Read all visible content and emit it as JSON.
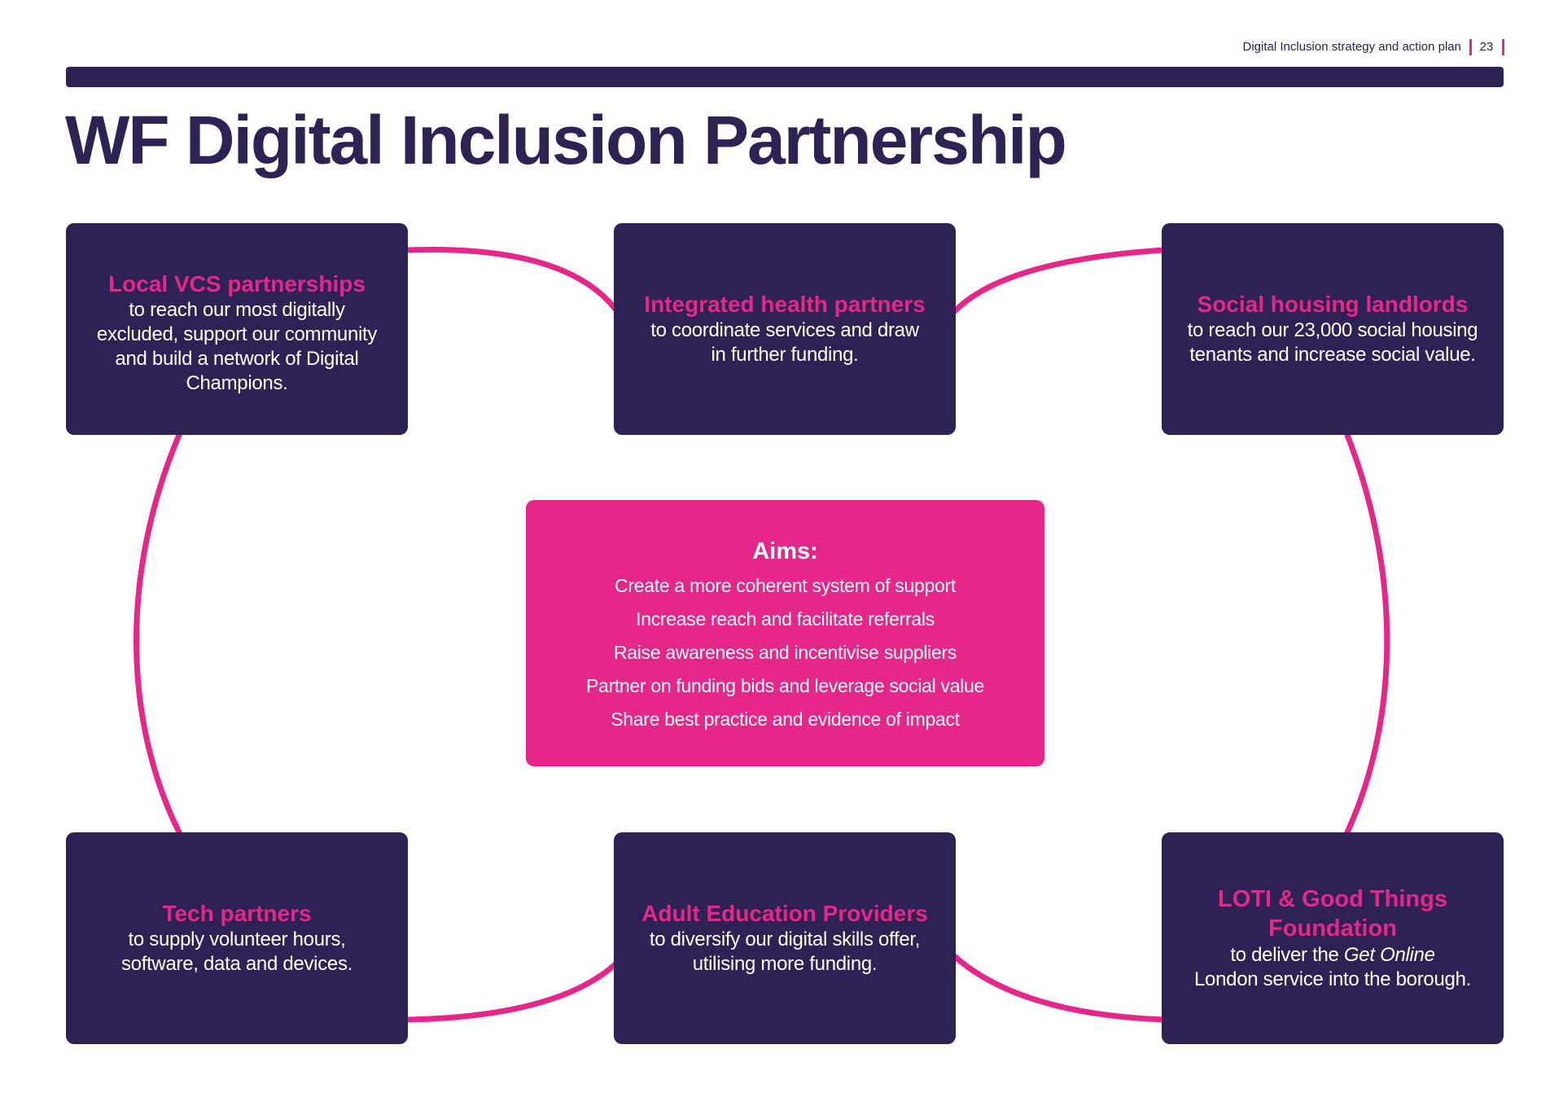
{
  "header": {
    "doc_title": "Digital Inclusion strategy and action plan",
    "page_number": "23"
  },
  "title": "WF Digital Inclusion Partnership",
  "colors": {
    "navy": "#2d2253",
    "magenta": "#e6278a",
    "white": "#ffffff"
  },
  "partners": {
    "vcs": {
      "title": "Local VCS partnerships",
      "lines": [
        "to reach our most digitally",
        "excluded, support our community",
        "and build a network of Digital",
        "Champions."
      ]
    },
    "health": {
      "title": "Integrated health partners",
      "lines": [
        "to coordinate services and draw",
        "in further funding."
      ]
    },
    "housing": {
      "title": "Social housing landlords",
      "lines": [
        "to reach our 23,000 social housing",
        "tenants and increase social value."
      ]
    },
    "tech": {
      "title": "Tech partners",
      "lines": [
        "to supply volunteer hours,",
        "software, data and devices."
      ]
    },
    "adult": {
      "title": "Adult Education Providers",
      "lines": [
        "to diversify our digital skills offer,",
        "utilising more funding."
      ]
    },
    "loti": {
      "title_lines": [
        "LOTI & Good Things",
        "Foundation"
      ],
      "line1_prefix": "to deliver the ",
      "line1_emphasis": "Get Online",
      "line2": "London service into the borough."
    }
  },
  "aims": {
    "title": "Aims:",
    "items": [
      "Create a more coherent system of support",
      "Increase reach and facilitate referrals",
      "Raise awareness and incentivise suppliers",
      "Partner on funding bids and leverage social value",
      "Share best practice and evidence of impact"
    ]
  }
}
